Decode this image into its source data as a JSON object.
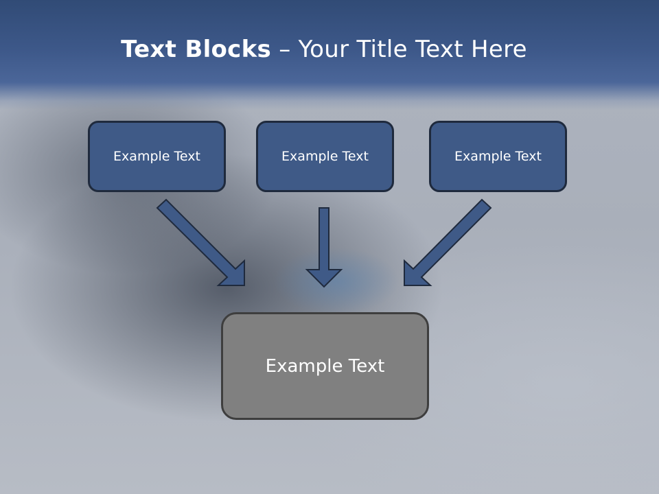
{
  "title": {
    "bold": "Text Blocks",
    "rest": " – Your Title Text Here"
  },
  "blocks": [
    {
      "label": "Example Text"
    },
    {
      "label": "Example Text"
    },
    {
      "label": "Example Text"
    }
  ],
  "target": {
    "label": "Example Text"
  },
  "colors": {
    "header": "#3d5889",
    "block_fill": "#3f5a87",
    "target_fill": "#808080",
    "arrow_fill": "#3f5a87"
  }
}
